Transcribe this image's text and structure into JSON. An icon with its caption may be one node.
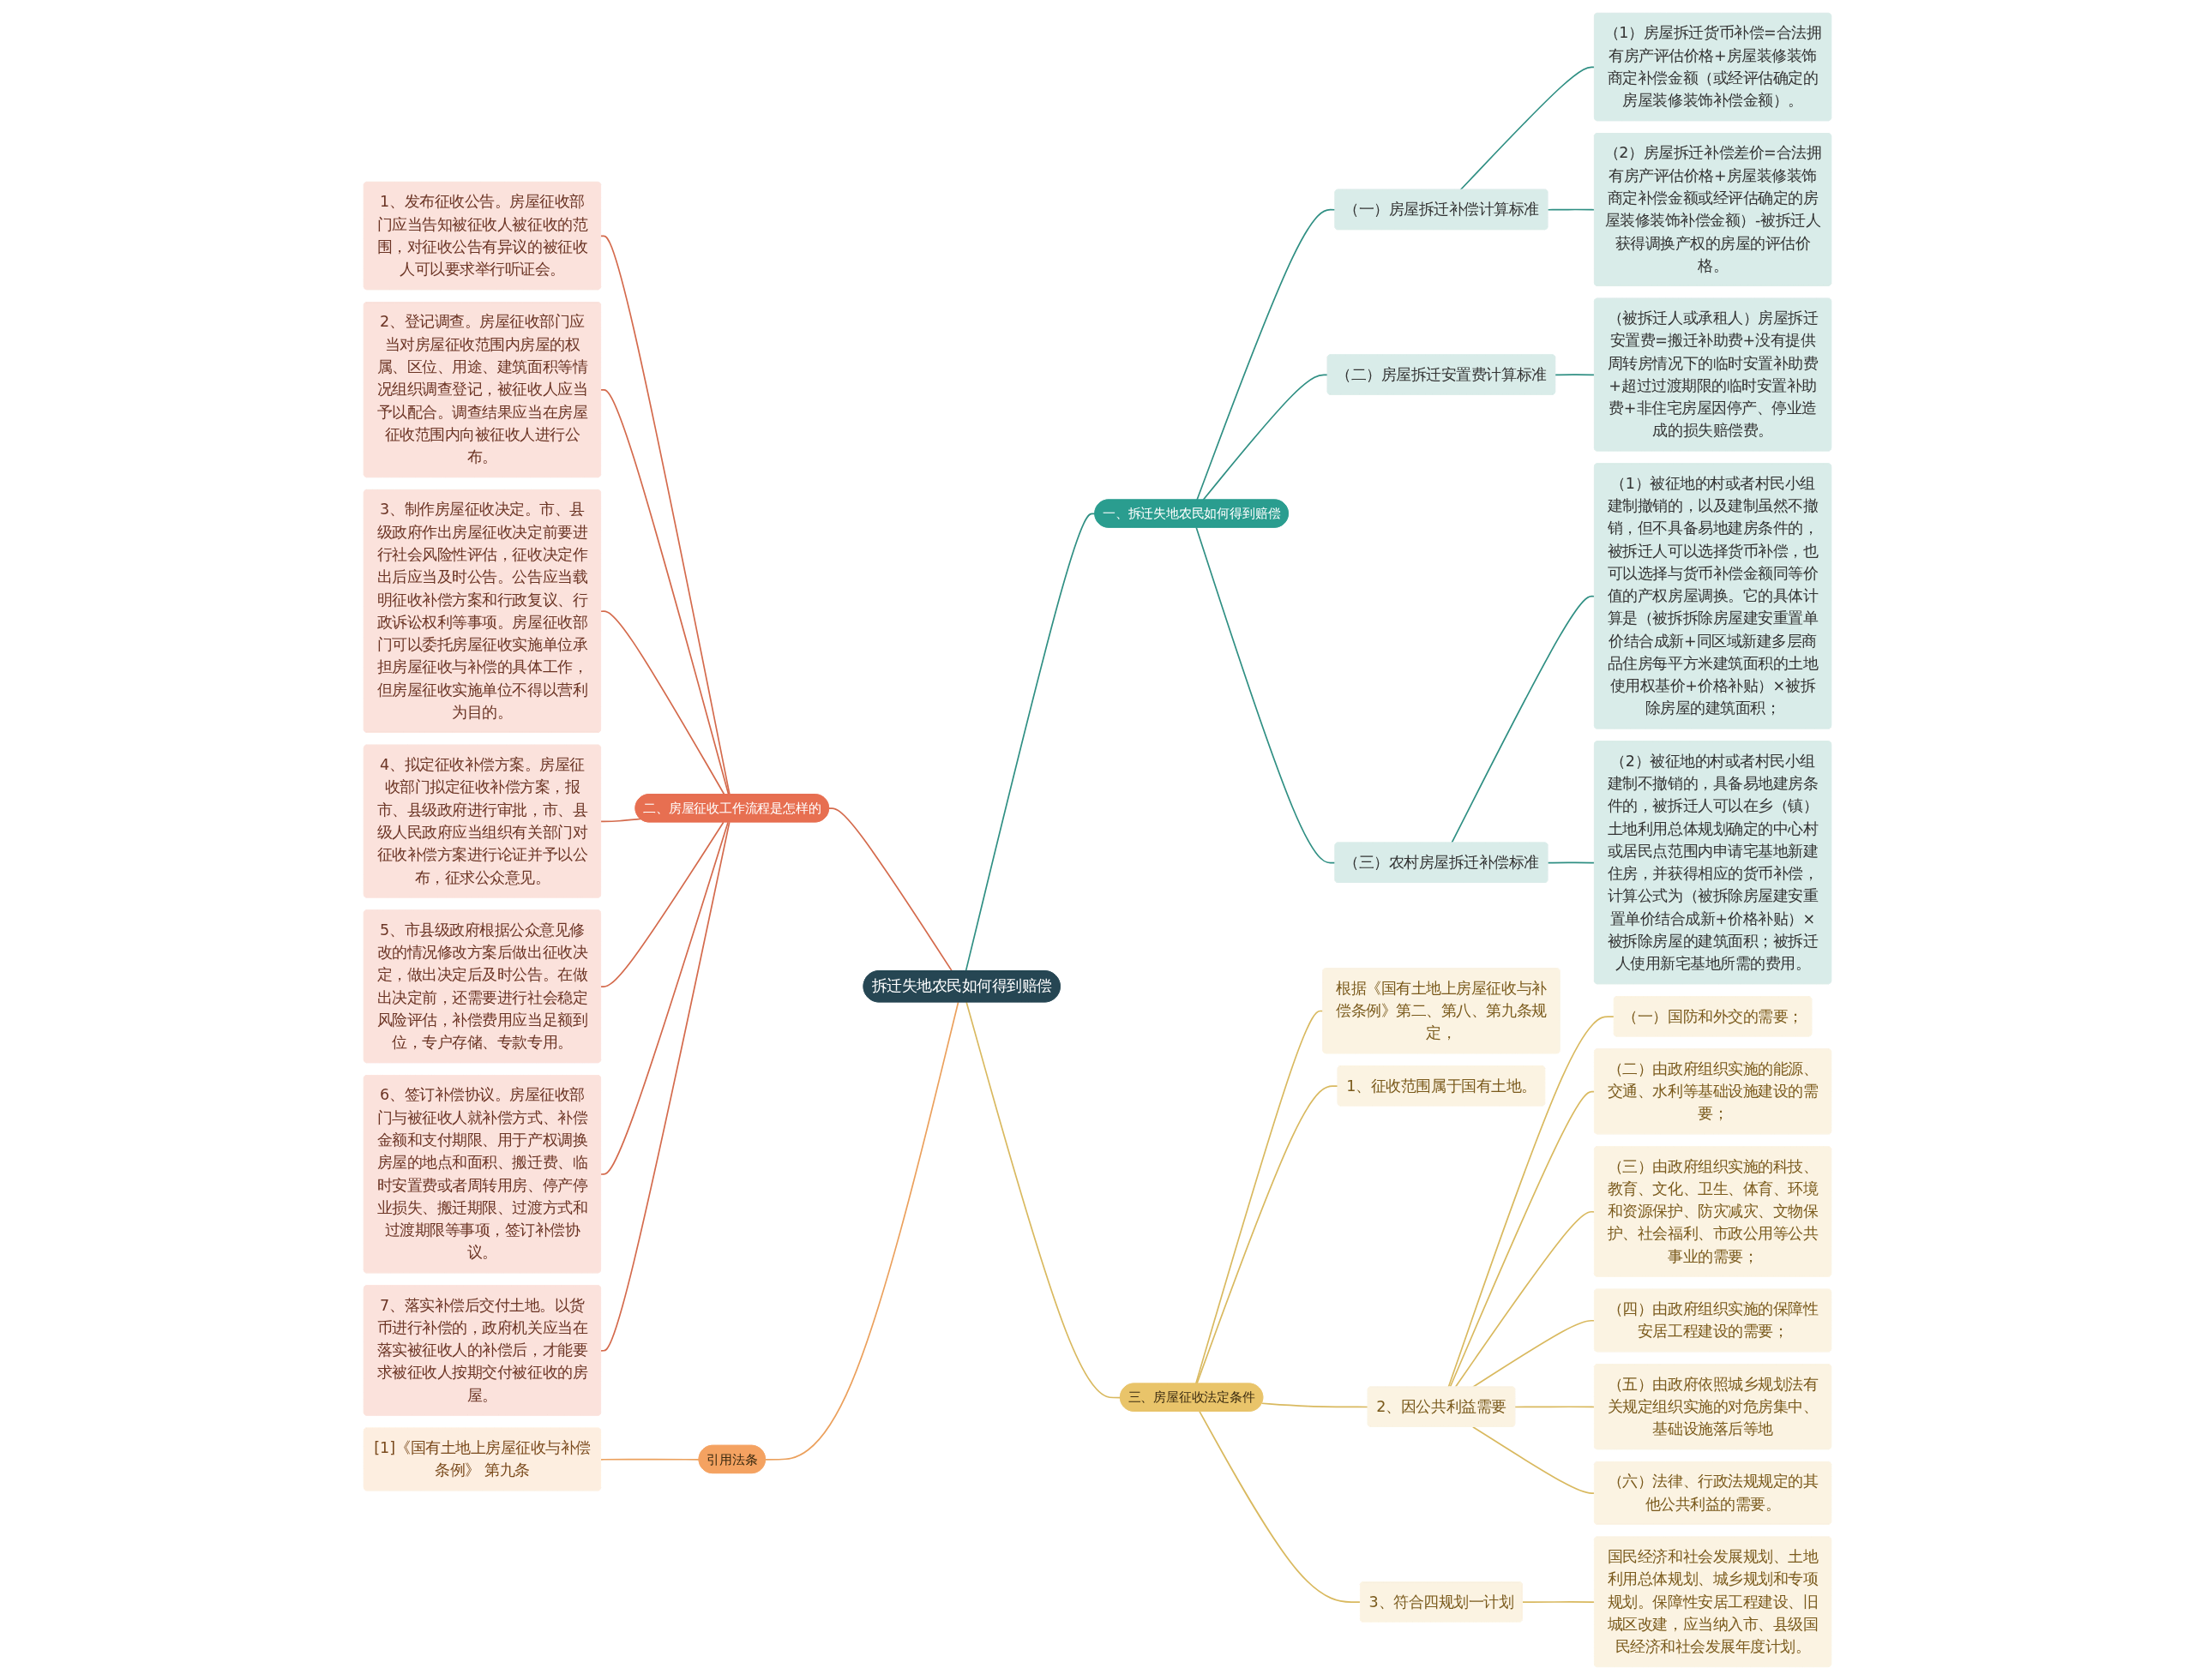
{
  "diagram": {
    "nodes": [
      {
        "text": [
          "拆迁失地农民如何得到赔偿"
        ]
      },
      {
        "text": [
          "一、拆迁失地农民如何得到赔偿"
        ]
      },
      {
        "text": [
          "（一）房屋拆迁补偿计算标准"
        ]
      },
      {
        "text": [
          "（1）房屋拆迁货币补偿=合法拥有房产评估价格+房屋装修装饰商定补偿金额（或经评估确定的房屋装修装饰补偿金额）。"
        ]
      },
      {
        "text": [
          "（2）房屋拆迁补偿差价=合法拥有房产评估价格+房屋装修装饰商定补偿金额或经评估确定的房屋装修装饰补偿金额）-被拆迁人获得调换产权的房屋的评估价格。"
        ]
      },
      {
        "text": [
          "（二）房屋拆迁安置费计算标准"
        ]
      },
      {
        "text": [
          "（被拆迁人或承租人）房屋拆迁安置费=搬迁补助费+没有提供周转房情况下的临时安置补助费+超过过渡期限的临时安置补助费+非住宅房屋因停产、停业造成的损失赔偿费。"
        ]
      },
      {
        "text": [
          "（三）农村房屋拆迁补偿标准"
        ]
      },
      {
        "text": [
          "（1）被征地的村或者村民小组建制撤销的，以及建制虽然不撤销，但不具备易地建房条件的，被拆迁人可以选择货币补偿，也可以选择与货币补偿金额同等价值的产权房屋调换。它的具体计算是（被拆拆除房屋建安重置单价结合成新+同区域新建多层商品住房每平方米建筑面积的土地使用权基价+价格补贴）×被拆除房屋的建筑面积；"
        ]
      },
      {
        "text": [
          "（2）被征地的村或者村民小组建制不撤销的，具备易地建房条件的，被拆迁人可以在乡（镇）土地利用总体规划确定的中心村或居民点范围内申请宅基地新建住房，并获得相应的货币补偿，计算公式为（被拆除房屋建安重置单价结合成新+价格补贴）×被拆除房屋的建筑面积；被拆迁人使用新宅基地所需的费用。"
        ]
      },
      {
        "text": [
          "二、房屋征收工作流程是怎样的"
        ]
      },
      {
        "text": [
          "1、发布征收公告。房屋征收部门应当告知被征收人被征收的范围，对征收公告有异议的被征收人可以要求举行听证会。"
        ]
      },
      {
        "text": [
          "2、登记调查。房屋征收部门应当对房屋征收范围内房屋的权属、区位、用途、建筑面积等情况组织调查登记，被征收人应当予以配合。调查结果应当在房屋征收范围内向被征收人进行公布。"
        ]
      },
      {
        "text": [
          "3、制作房屋征收决定。市、县级政府作出房屋征收决定前要进行社会风险性评估，征收决定作出后应当及时公告。公告应当载明征收补偿方案和行政复议、行政诉讼权利等事项。房屋征收部门可以委托房屋征收实施单位承担房屋征收与补偿的具体工作，但房屋征收实施单位不得以营利为目的。"
        ]
      },
      {
        "text": [
          "4、拟定征收补偿方案。房屋征收部门拟定征收补偿方案，报市、县级政府进行审批，市、县级人民政府应当组织有关部门对征收补偿方案进行论证并予以公布，征求公众意见。"
        ]
      },
      {
        "text": [
          "5、市县级政府根据公众意见修改的情况修改方案后做出征收决定，做出决定后及时公告。在做出决定前，还需要进行社会稳定风险评估，补偿费用应当足额到位，专户存储、专款专用。"
        ]
      },
      {
        "text": [
          "6、签订补偿协议。房屋征收部门与被征收人就补偿方式、补偿金额和支付期限、用于产权调换房屋的地点和面积、搬迁费、临时安置费或者周转用房、停产停业损失、搬迁期限、过渡方式和过渡期限等事项，签订补偿协议。"
        ]
      },
      {
        "text": [
          "7、落实补偿后交付土地。以货币进行补偿的，政府机关应当在落实被征收人的补偿后，才能要求被征收人按期交付被征收的房屋。"
        ]
      },
      {
        "text": [
          "引用法条"
        ]
      },
      {
        "text": [
          "[1]《国有土地上房屋征收与补偿条例》 第九条"
        ]
      },
      {
        "text": [
          "三、房屋征收法定条件"
        ]
      },
      {
        "text": [
          "根据《国有土地上房屋征收与补偿条例》第二、第八、第九条规定，"
        ]
      },
      {
        "text": [
          "1、征收范围属于国有土地。"
        ]
      },
      {
        "text": [
          "2、因公共利益需要"
        ]
      },
      {
        "text": [
          "（一）国防和外交的需要；"
        ]
      },
      {
        "text": [
          "（二）由政府组织实施的能源、交通、水利等基础设施建设的需要；"
        ]
      },
      {
        "text": [
          "（三）由政府组织实施的科技、教育、文化、卫生、体育、环境和资源保护、防灾减灾、文物保护、社会福利、市政公用等公共事业的需要；"
        ]
      },
      {
        "text": [
          "（四）由政府组织实施的保障性安居工程建设的需要；"
        ]
      },
      {
        "text": [
          "（五）由政府依照城乡规划法有关规定组织实施的对危房集中、基础设施落后等地"
        ]
      },
      {
        "text": [
          "（六）法律、行政法规规定的其他公共利益的需要。"
        ]
      },
      {
        "text": [
          "3、符合四规划一计划"
        ]
      },
      {
        "text": [
          "国民经济和社会发展规划、土地利用总体规划、城乡规划和专项规划。保障性安居工程建设、旧城区改建，应当纳入市、县级国民经济和社会发展年度计划。"
        ]
      }
    ],
    "edges": [
      {
        "from": 0,
        "to": 1,
        "arrow": "none",
        "color": "#2f8f83"
      },
      {
        "from": 1,
        "to": 2,
        "arrow": "none",
        "color": "#2f8f83"
      },
      {
        "from": 2,
        "to": 3,
        "arrow": "none",
        "color": "#2f8f83"
      },
      {
        "from": 2,
        "to": 4,
        "arrow": "none",
        "color": "#2f8f83"
      },
      {
        "from": 1,
        "to": 5,
        "arrow": "none",
        "color": "#2f8f83"
      },
      {
        "from": 5,
        "to": 6,
        "arrow": "none",
        "color": "#2f8f83"
      },
      {
        "from": 1,
        "to": 7,
        "arrow": "none",
        "color": "#2f8f83"
      },
      {
        "from": 7,
        "to": 8,
        "arrow": "none",
        "color": "#2f8f83"
      },
      {
        "from": 7,
        "to": 9,
        "arrow": "none",
        "color": "#2f8f83"
      },
      {
        "from": 0,
        "to": 10,
        "arrow": "none",
        "color": "#d46a4c"
      },
      {
        "from": 10,
        "to": 11,
        "arrow": "none",
        "color": "#d46a4c"
      },
      {
        "from": 10,
        "to": 12,
        "arrow": "none",
        "color": "#d46a4c"
      },
      {
        "from": 10,
        "to": 13,
        "arrow": "none",
        "color": "#d46a4c"
      },
      {
        "from": 10,
        "to": 14,
        "arrow": "none",
        "color": "#d46a4c"
      },
      {
        "from": 10,
        "to": 15,
        "arrow": "none",
        "color": "#d46a4c"
      },
      {
        "from": 10,
        "to": 16,
        "arrow": "none",
        "color": "#d46a4c"
      },
      {
        "from": 10,
        "to": 17,
        "arrow": "none",
        "color": "#d46a4c"
      },
      {
        "from": 0,
        "to": 18,
        "arrow": "none",
        "color": "#eba05c"
      },
      {
        "from": 18,
        "to": 19,
        "arrow": "none",
        "color": "#eba05c"
      },
      {
        "from": 0,
        "to": 20,
        "arrow": "none"
      },
      {
        "from": 20,
        "to": 21,
        "arrow": "none"
      },
      {
        "from": 20,
        "to": 22,
        "arrow": "none"
      },
      {
        "from": 20,
        "to": 23,
        "arrow": "none"
      },
      {
        "from": 23,
        "to": 24,
        "arrow": "none"
      },
      {
        "from": 23,
        "to": 25,
        "arrow": "none"
      },
      {
        "from": 23,
        "to": 26,
        "arrow": "none"
      },
      {
        "from": 23,
        "to": 27,
        "arrow": "none"
      },
      {
        "from": 23,
        "to": 28,
        "arrow": "none"
      },
      {
        "from": 23,
        "to": 29,
        "arrow": "none"
      },
      {
        "from": 20,
        "to": 30,
        "arrow": "none"
      },
      {
        "from": 30,
        "to": 31,
        "arrow": "none"
      }
    ]
  }
}
